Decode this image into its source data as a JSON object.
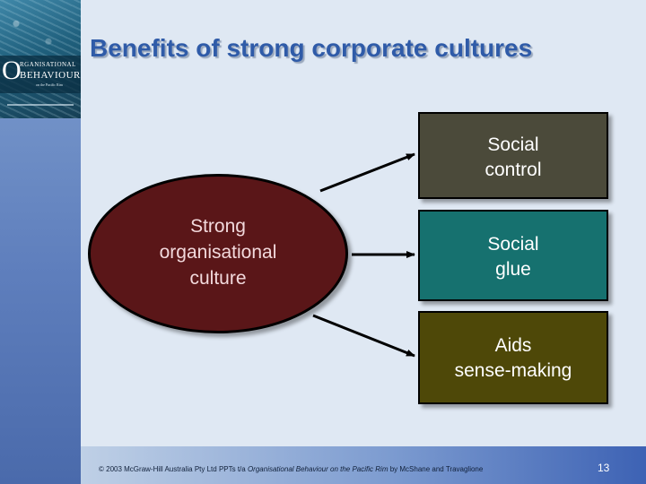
{
  "slide": {
    "title": "Benefits of strong corporate cultures"
  },
  "book_cover": {
    "initial": "O",
    "title_line1": "RGANISATIONAL",
    "title_line2": "BEHAVIOUR",
    "subtitle": "on the Pacific Rim"
  },
  "diagram": {
    "center": {
      "line1": "Strong",
      "line2": "organisational",
      "line3": "culture"
    },
    "benefits": [
      {
        "line1": "Social",
        "line2": "control",
        "color": "#4b4a3a"
      },
      {
        "line1": "Social",
        "line2": "glue",
        "color": "#16716f"
      },
      {
        "line1": "Aids",
        "line2": "sense-making",
        "color": "#4e4808"
      }
    ],
    "center_color": "#5a1618"
  },
  "footer": {
    "copyright": "© 2003 McGraw-Hill Australia Pty Ltd PPTs t/a ",
    "book_title": "Organisational Behaviour on the Pacific Rim",
    "authors": " by McShane and Travaglione",
    "page_number": "13"
  },
  "colors": {
    "background": "#dfe8f3",
    "title": "#2f5ba8",
    "left_strip": "#5f7fbd"
  }
}
